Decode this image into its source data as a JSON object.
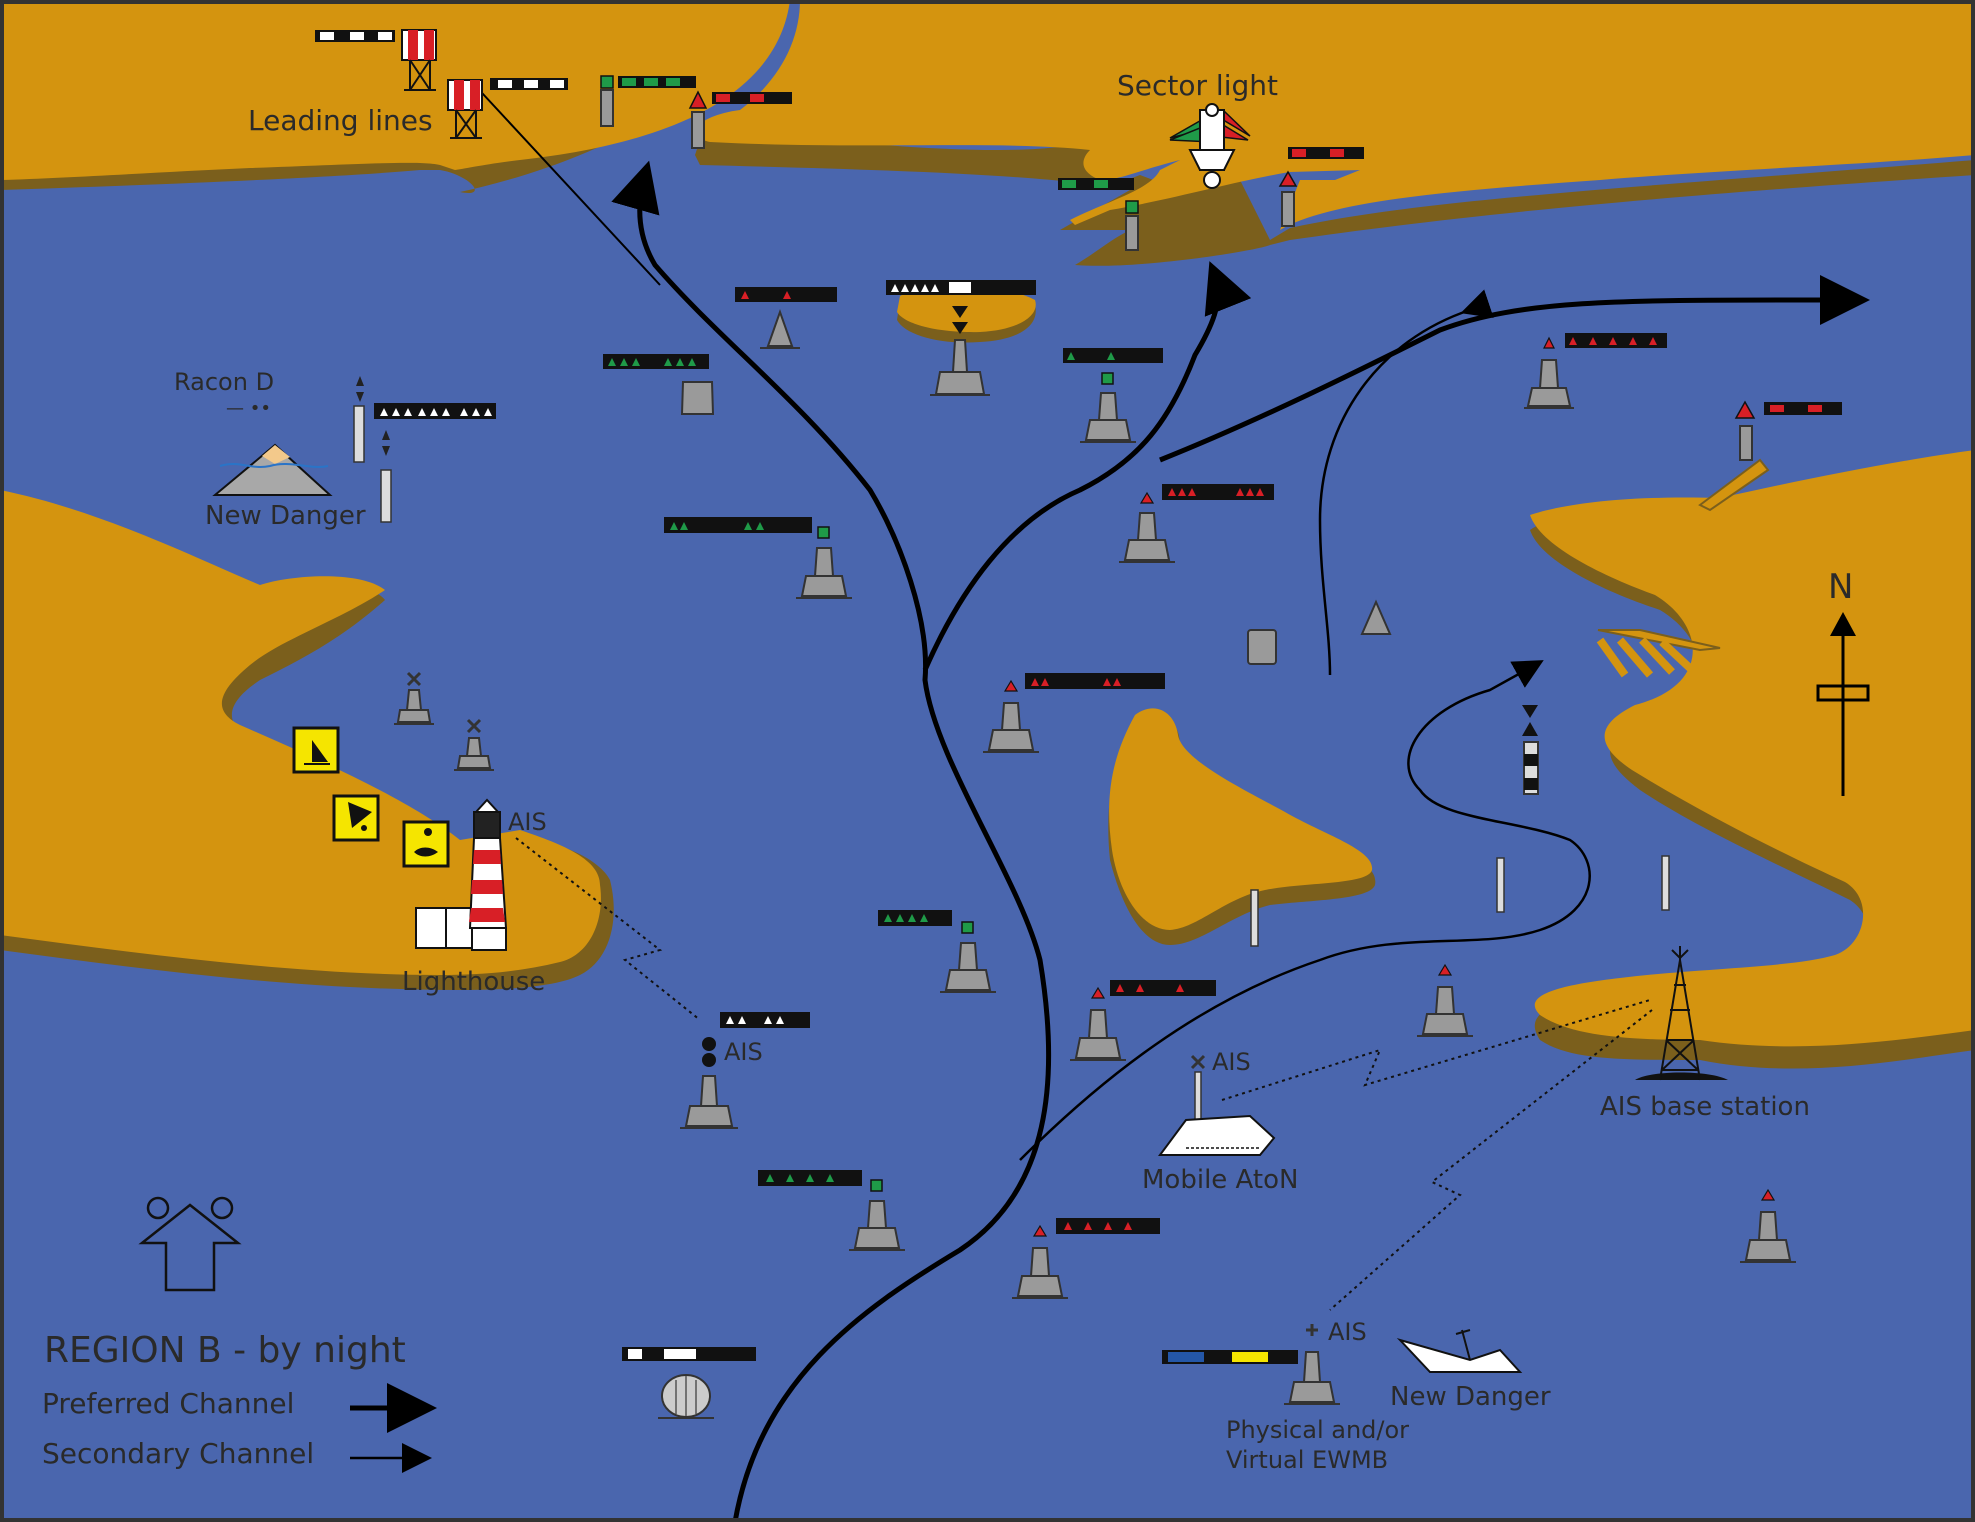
{
  "labels": {
    "leading_lines": "Leading lines",
    "sector_light": "Sector light",
    "racon_d": "Racon D",
    "racon_morse": "— ••",
    "new_danger_top": "New Danger",
    "lighthouse": "Lighthouse",
    "ais_lighthouse": "AIS",
    "ais_buoy": "AIS",
    "ais_mobile": "AIS",
    "mobile_aton": "Mobile AtoN",
    "ais_base_station": "AIS  base station",
    "ais_ewmb": "AIS",
    "ewmb_line1": "Physical and/or",
    "ewmb_line2": "Virtual EWMB",
    "new_danger_wreck": "New Danger",
    "north": "N"
  },
  "legend": {
    "title": "REGION B - by night",
    "preferred": "Preferred Channel",
    "secondary": "Secondary Channel"
  },
  "colors": {
    "sea": "#4a66ae",
    "land": "#d4940f",
    "land_shadow": "#7b5f1c",
    "red": "#e0202a",
    "green": "#1f9a48",
    "yellow": "#f5e500",
    "blue": "#2457a8",
    "channel": "#000000"
  }
}
